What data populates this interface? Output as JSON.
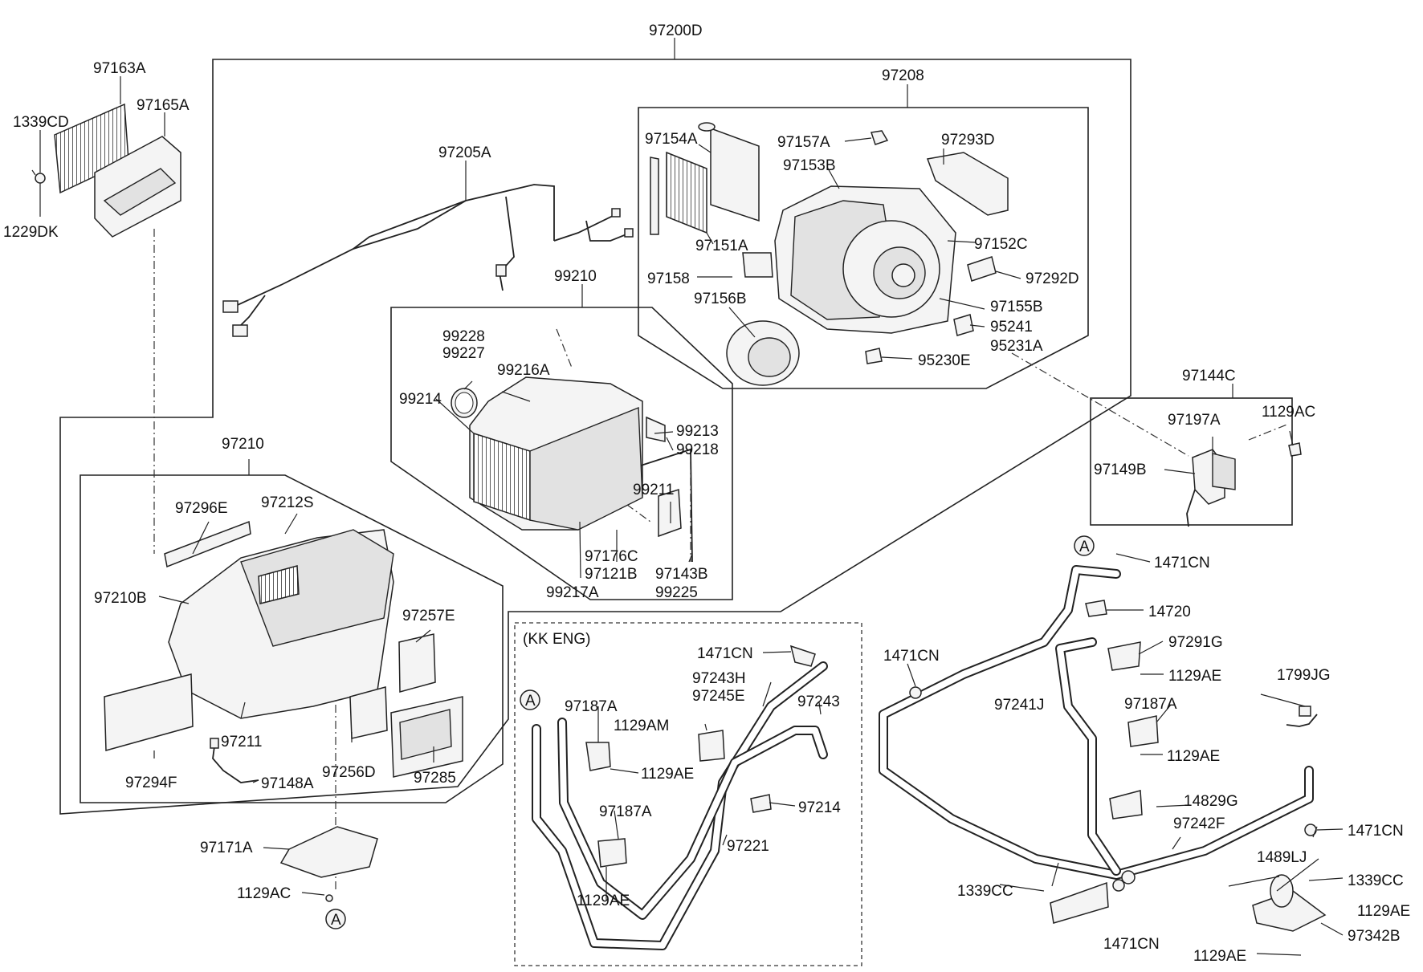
{
  "labels": {
    "p97200D": "97200D",
    "p97163A": "97163A",
    "p97165A": "97165A",
    "p1339CD": "1339CD",
    "p1229DK": "1229DK",
    "p97205A": "97205A",
    "p97208": "97208",
    "p97154A": "97154A",
    "p97157A": "97157A",
    "p97293D": "97293D",
    "p97153B": "97153B",
    "p97151A": "97151A",
    "p97152C": "97152C",
    "p97158": "97158",
    "p97292D": "97292D",
    "p97156B": "97156B",
    "p97155B": "97155B",
    "p95241": "95241",
    "p95231A": "95231A",
    "p95230E": "95230E",
    "p99210": "99210",
    "p99228": "99228",
    "p99227": "99227",
    "p99216A": "99216A",
    "p99214": "99214",
    "p99213": "99213",
    "p99218": "99218",
    "p99211": "99211",
    "p97176C": "97176C",
    "p97121B": "97121B",
    "p97143B": "97143B",
    "p99217A": "99217A",
    "p99225": "99225",
    "p97144C": "97144C",
    "p97197A": "97197A",
    "p1129AC_top": "1129AC",
    "p97149B": "97149B",
    "p97210": "97210",
    "p97296E": "97296E",
    "p97212S": "97212S",
    "p97210B": "97210B",
    "p97257E": "97257E",
    "p97211": "97211",
    "p97294F": "97294F",
    "p97256D": "97256D",
    "p97285": "97285",
    "p97148A": "97148A",
    "p97171A": "97171A",
    "p1129AC_bot": "1129AC",
    "kk_eng": "(KK ENG)",
    "p1471CN_a": "1471CN",
    "p97243H": "97243H",
    "p97245E": "97245E",
    "p97243": "97243",
    "p97187A_a": "97187A",
    "p1129AM": "1129AM",
    "p1129AE_a": "1129AE",
    "p97187A_b": "97187A",
    "p97214": "97214",
    "p97221": "97221",
    "p1129AE_b": "1129AE",
    "p1471CN_b": "1471CN",
    "p14720": "14720",
    "p1471CN_c": "1471CN",
    "p97291G": "97291G",
    "p1129AE_c": "1129AE",
    "p97241J": "97241J",
    "p97187A_c": "97187A",
    "p1799JG": "1799JG",
    "p1129AE_d": "1129AE",
    "p14829G": "14829G",
    "p97242F": "97242F",
    "p1471CN_d": "1471CN",
    "p1489LJ": "1489LJ",
    "p1339CC_a": "1339CC",
    "p1339CC_b": "1339CC",
    "p1129AE_e": "1129AE",
    "p1471CN_e": "1471CN",
    "p97342B": "97342B",
    "p1129AE_f": "1129AE",
    "marker_a1": "A",
    "marker_a2": "A",
    "marker_a3": "A"
  }
}
